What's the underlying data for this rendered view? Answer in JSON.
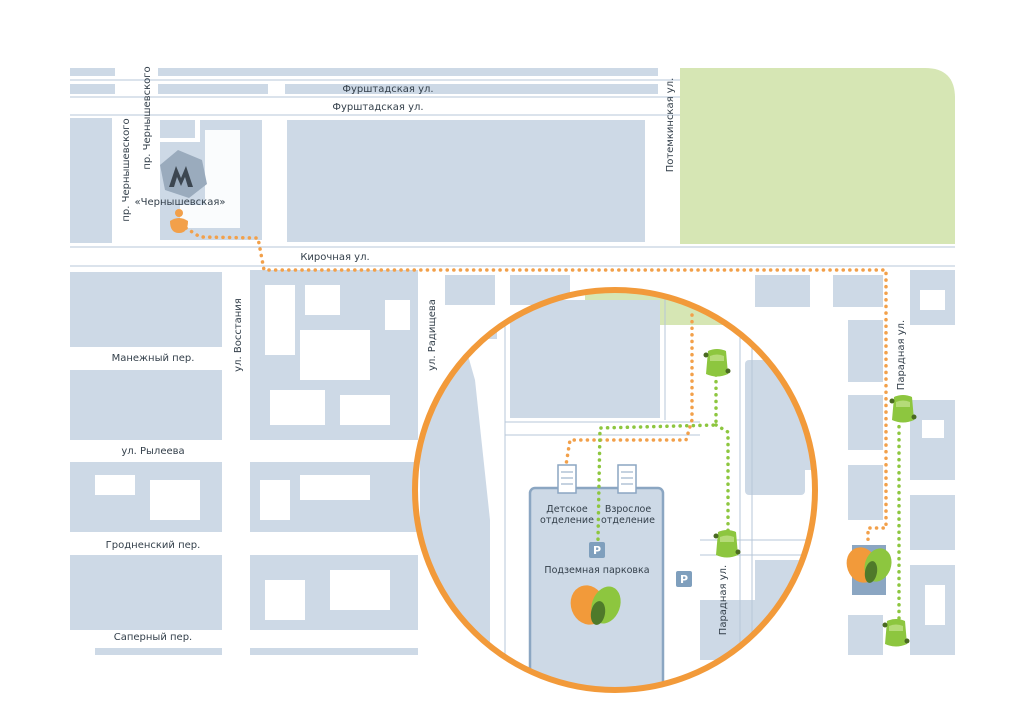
{
  "colors": {
    "block": "#cdd9e6",
    "road": "#ffffff",
    "outline": "#9db3c9",
    "park": "#d6e6b4",
    "orange_route": "#f2a04a",
    "green_route": "#8dc63f",
    "car": "#8dc63f",
    "circle": "#f29a3a",
    "parking": "#7f9fbd",
    "metro": "#3c4650"
  },
  "streets": {
    "furshtadskaya_top": "Фурштадская ул.",
    "furshtadskaya": "Фурштадская ул.",
    "chernyshevskogo_a": "пр. Чернышевского",
    "chernyshevskogo_b": "пр. Чернышевского",
    "potemkinskaya": "Потемкинская ул.",
    "kirochnaya": "Кирочная ул.",
    "vosstaniya": "ул. Восстания",
    "radishcheva": "ул. Радищева",
    "manezhny": "Манежный пер.",
    "ryleeva": "ул. Рылеева",
    "grodnensky": "Гродненский пер.",
    "saperny": "Саперный пер.",
    "paradnaya_right": "Парадная ул.",
    "paradnaya_inner": "Парадная ул."
  },
  "metro": {
    "station": "«Чернышевская»",
    "icon": "metro-m-icon"
  },
  "building": {
    "children_line1": "Детское",
    "children_line2": "отделение",
    "adult_line1": "Взрослое",
    "adult_line2": "отделение",
    "parking_underground": "Подземная парковка",
    "parking_symbol": "P",
    "parking_symbol_outside": "P"
  },
  "icons": {
    "pedestrian": "pedestrian-icon",
    "car": "car-icon",
    "logo": "clinic-logo-icon",
    "parking": "parking-icon"
  }
}
